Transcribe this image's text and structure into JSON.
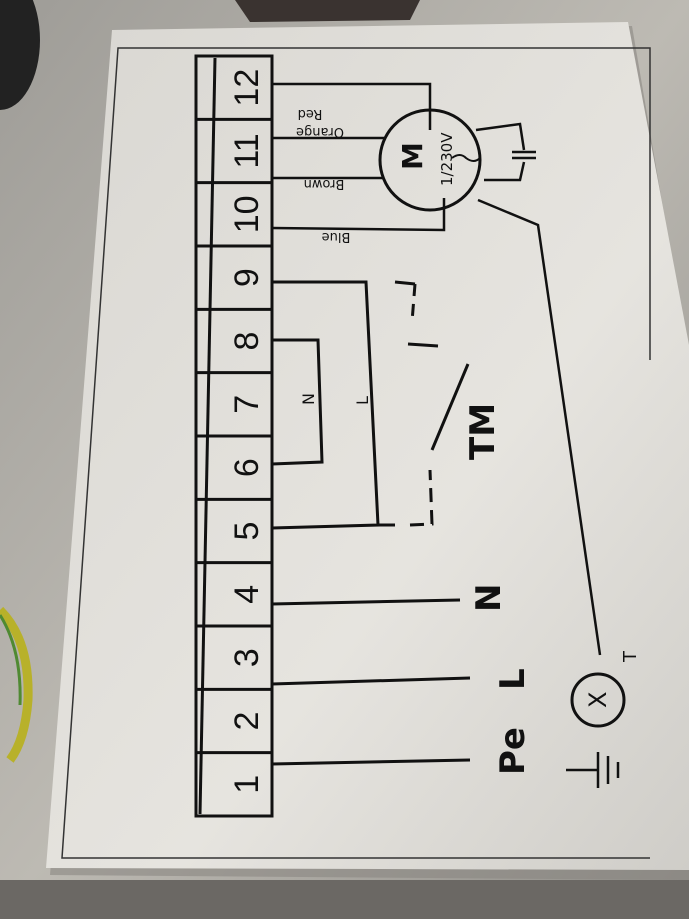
{
  "terminals": [
    "1",
    "2",
    "3",
    "4",
    "5",
    "6",
    "7",
    "8",
    "9",
    "10",
    "11",
    "12"
  ],
  "supply_labels": {
    "pe": "Pe",
    "l": "L",
    "n": "N"
  },
  "inner_labels": {
    "n": "N",
    "l": "L"
  },
  "thermostat_label": "TM",
  "motor": {
    "letter": "M",
    "rating": "1/230V"
  },
  "wire_colors": {
    "red": "Red",
    "orange": "Orange",
    "brown": "Brown",
    "blue": "Blue"
  },
  "sensor": {
    "symbol": "X",
    "label": "T"
  }
}
